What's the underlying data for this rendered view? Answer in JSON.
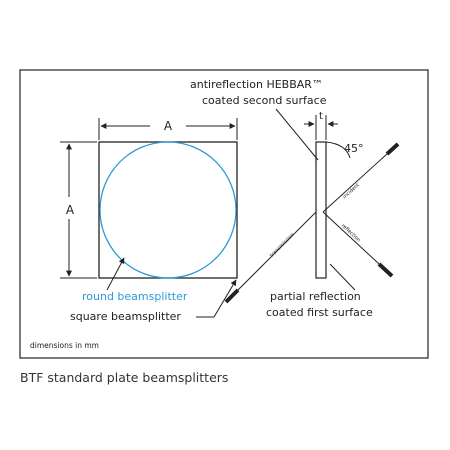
{
  "labels": {
    "top_line1": "antireflection HEBBAR™",
    "top_line2": "coated second surface",
    "dim_a_horizontal": "A",
    "dim_a_vertical": "A",
    "thickness": "t",
    "angle": "45°",
    "round": "round beamsplitter",
    "square": "square beamsplitter",
    "partial_line1": "partial reflection",
    "partial_line2": "coated first surface",
    "dimensions": "dimensions in mm",
    "incident": "incident",
    "reflection": "reflection",
    "transmission": "transmission"
  },
  "caption": "BTF standard plate beamsplitters",
  "colors": {
    "frame": "#222222",
    "circle": "#2a9bd6",
    "round_label": "#2a9bd6",
    "text": "#222222"
  }
}
